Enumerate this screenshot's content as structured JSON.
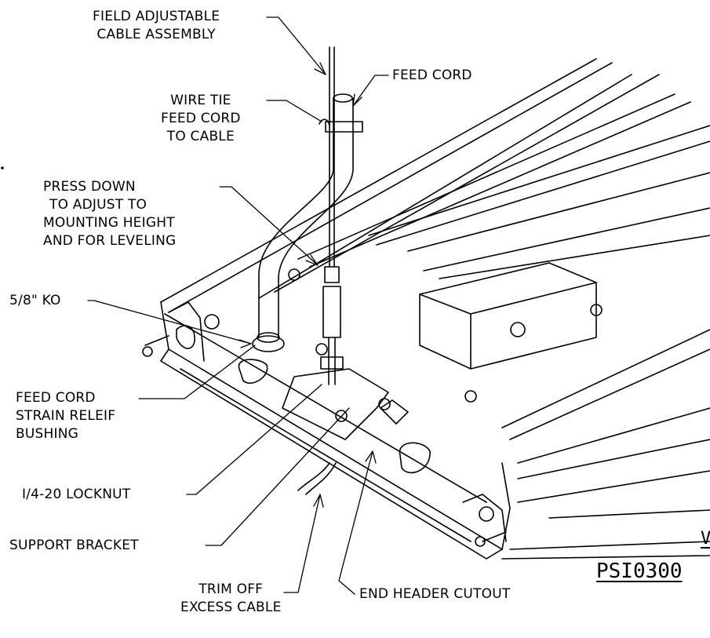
{
  "labels": {
    "field_adjustable_line1": "FIELD ADJUSTABLE",
    "field_adjustable_line2": "CABLE ASSEMBLY",
    "feed_cord": "FEED CORD",
    "wire_tie_line1": "WIRE TIE",
    "wire_tie_line2": "FEED CORD",
    "wire_tie_line3": "TO CABLE",
    "press_down_line1": "PRESS DOWN",
    "press_down_line2": "TO ADJUST TO",
    "press_down_line3": "MOUNTING HEIGHT",
    "press_down_line4": "AND FOR LEVELING",
    "ko": "5/8\" KO",
    "strain_relief_line1": "FEED CORD",
    "strain_relief_line2": "STRAIN RELEIF",
    "strain_relief_line3": "BUSHING",
    "locknut": "I/4-20 LOCKNUT",
    "support_bracket": "SUPPORT BRACKET",
    "trim_line1": "TRIM OFF",
    "trim_line2": "EXCESS CABLE",
    "end_header": "END HEADER CUTOUT"
  },
  "part_number": "PSI0300",
  "cut_off_mark": "V"
}
